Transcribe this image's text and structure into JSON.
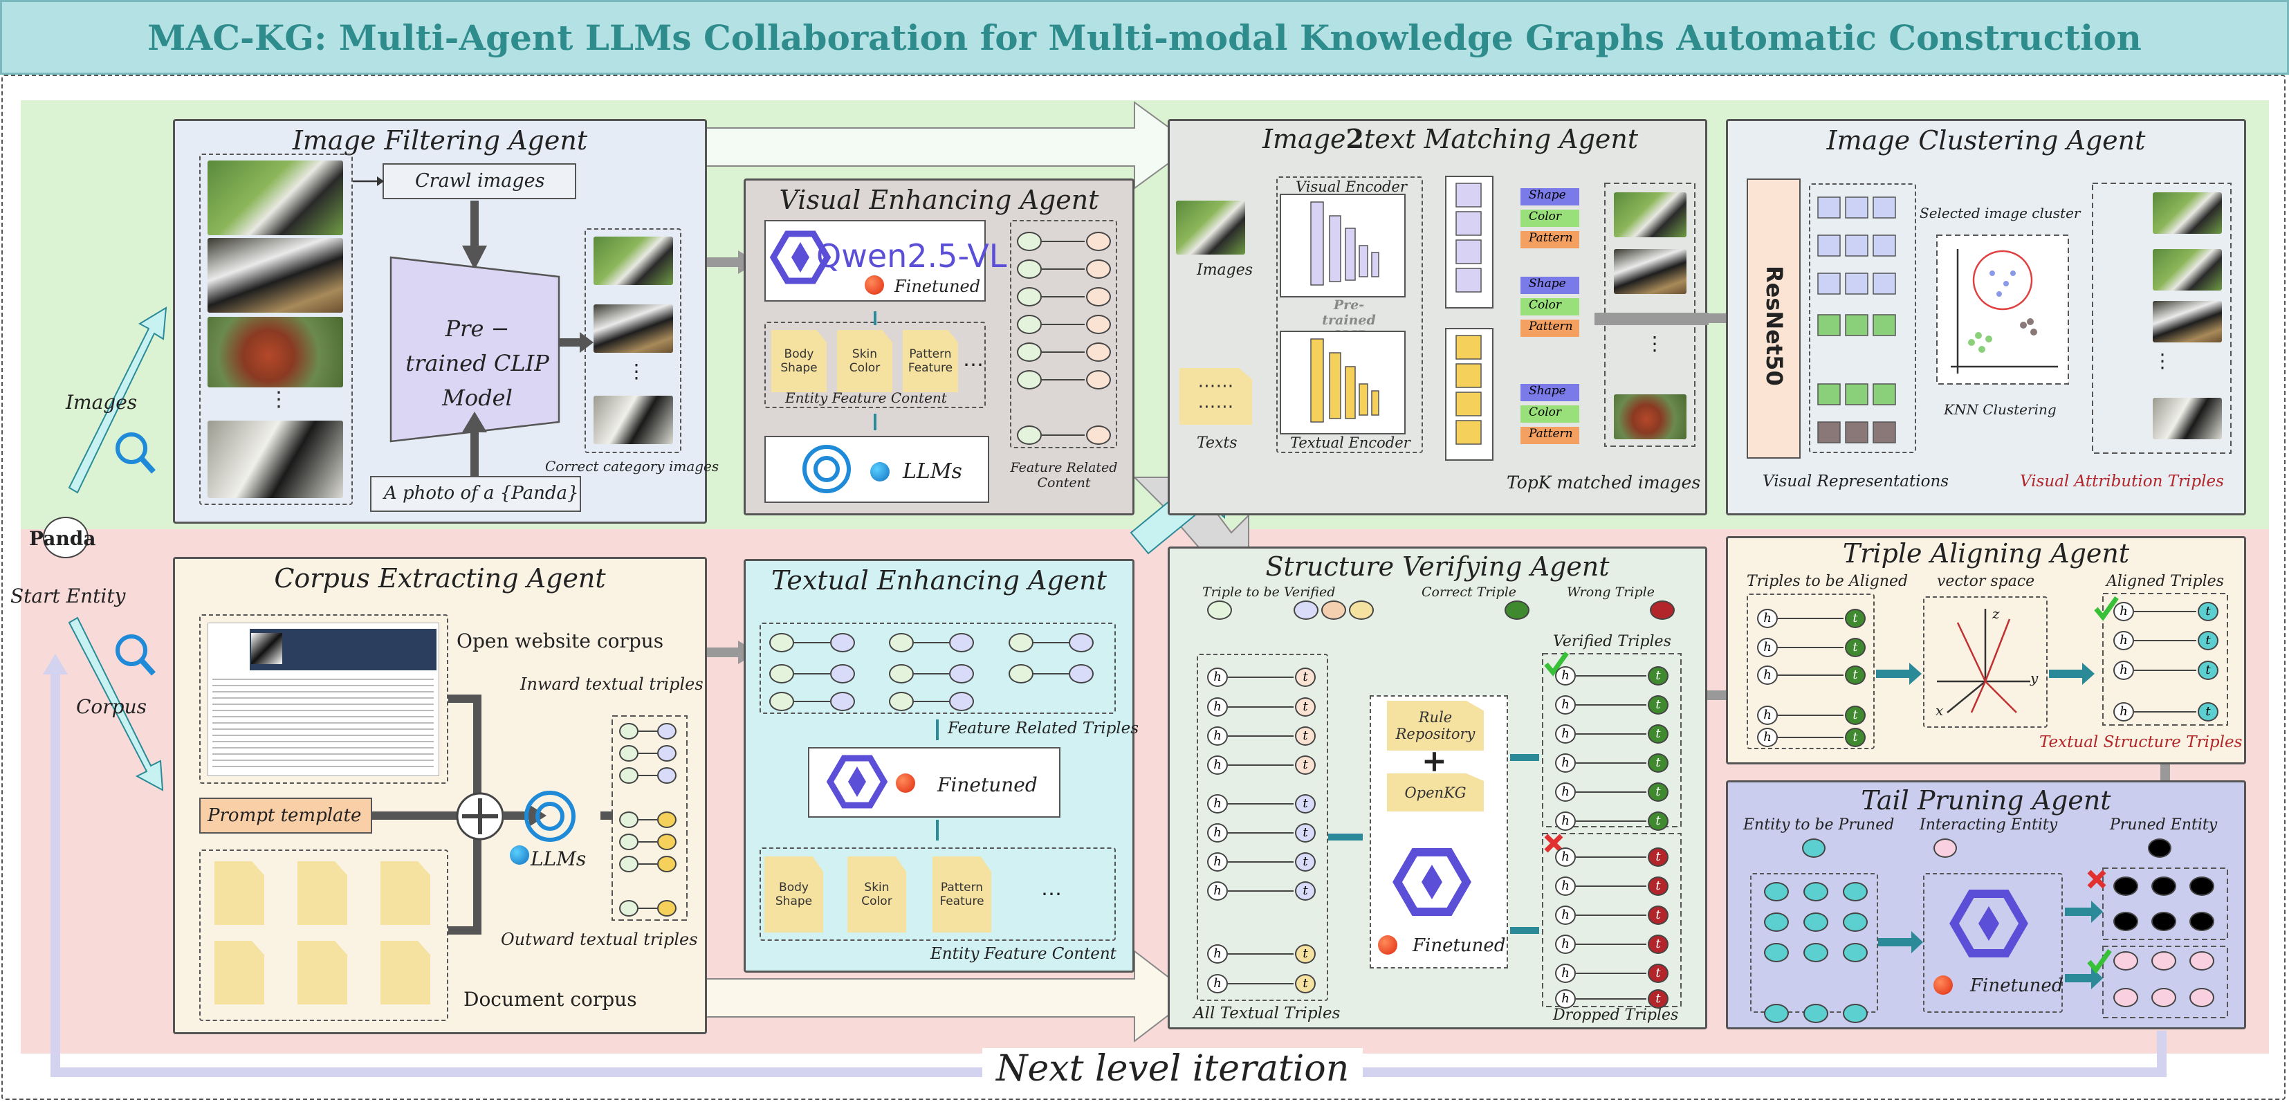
{
  "title": "MAC-KG: Multi-Agent LLMs Collaboration for Multi-modal Knowledge Graphs Automatic Construction",
  "side": {
    "images_label": "Images",
    "panda_label": "Panda",
    "start_entity_label": "Start Entity",
    "corpus_label": "Corpus"
  },
  "image_filtering": {
    "title": "Image Filtering Agent",
    "crawl_label": "Crawl images",
    "clip_model_label": "Pre − trained CLIP Model",
    "prompt_label": "A photo of a {Panda}",
    "correct_label": "Correct category images"
  },
  "visual_enhancing": {
    "title": "Visual Enhancing Agent",
    "qwen_label": "Qwen2.5-VL",
    "finetuned_label": "Finetuned",
    "features": [
      "Body Shape",
      "Skin Color",
      "Pattern Feature"
    ],
    "entity_feature_label": "Entity Feature Content",
    "llms_label": "LLMs",
    "feature_related_label": "Feature  Related Content"
  },
  "image2text": {
    "title_pre": "Image",
    "title_mid": "2",
    "title_post": "text Matching Agent",
    "visual_encoder": "Visual Encoder",
    "clip_label": "Pre-trained CLIP Model",
    "textual_encoder": "Textual Encoder",
    "images_label": "Images",
    "texts_label": "Texts",
    "attrs": [
      "Shape",
      "Color",
      "Pattern"
    ],
    "topk_label": "TopK matched images"
  },
  "image_clustering": {
    "title": "Image Clustering Agent",
    "resnet_label": "ResNet50",
    "selected_label": "Selected image cluster",
    "knn_label": "KNN Clustering",
    "visual_repr_label": "Visual Representations",
    "visual_attr_label": "Visual Attribution Triples"
  },
  "corpus_extracting": {
    "title": "Corpus Extracting Agent",
    "open_web_label": "Open website corpus",
    "inward_label": "Inward textual triples",
    "prompt_template_label": "Prompt template",
    "llms_label": "LLMs",
    "outward_label": "Outward textual triples",
    "document_label": "Document corpus"
  },
  "textual_enhancing": {
    "title": "Textual Enhancing Agent",
    "feature_triples_label": "Feature Related Triples",
    "finetuned_label": "Finetuned",
    "features": [
      "Body Shape",
      "Skin Color",
      "Pattern Feature"
    ],
    "entity_feature_label": "Entity Feature Content"
  },
  "structure_verifying": {
    "title": "Structure Verifying Agent",
    "triple_to_verify": "Triple to be Verified",
    "correct_triple": "Correct Triple",
    "wrong_triple": "Wrong Triple",
    "verified_label": "Verified Triples",
    "rule_repo_label": "Rule Repository",
    "openkg_label": "OpenKG",
    "finetuned_label": "Finetuned",
    "all_triples_label": "All Textual Triples",
    "dropped_label": "Dropped Triples"
  },
  "triple_aligning": {
    "title": "Triple Aligning Agent",
    "to_align_label": "Triples to be Aligned",
    "vector_space_label": "vector space",
    "aligned_label": "Aligned Triples",
    "textual_structure_label": "Textual Structure Triples"
  },
  "tail_pruning": {
    "title": "Tail Pruning Agent",
    "to_prune_label": "Entity to be Pruned",
    "interacting_label": "Interacting Entity",
    "pruned_label": "Pruned Entity",
    "finetuned_label": "Finetuned"
  },
  "footer": {
    "next_level_label": "Next level iteration"
  },
  "colors": {
    "banner_bg": "#b4e2e4",
    "title_text": "#2e8c8c",
    "green_band": "#dcf3d3",
    "red_band": "#f8dad8",
    "qwen_purple": "#5b4fd8",
    "triple_green": "#3f8a2e",
    "triple_red": "#b2252a",
    "teal_entity": "#5ccfd0"
  }
}
